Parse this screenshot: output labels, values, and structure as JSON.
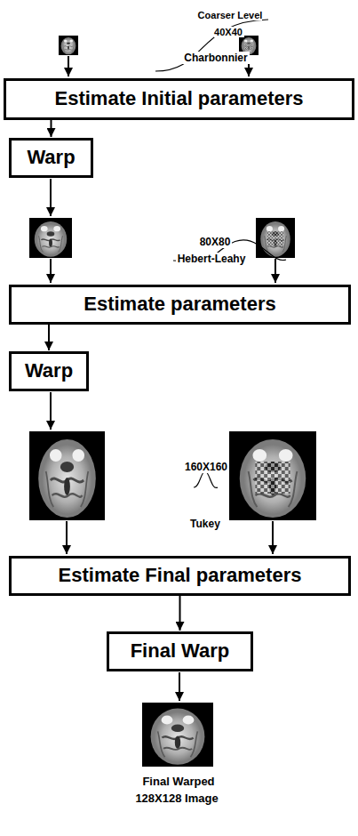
{
  "diagram": {
    "nodes": [
      {
        "text": [
          "Estimate Initial parameters"
        ]
      },
      {
        "text": [
          "Warp"
        ]
      },
      {
        "text": [
          "Estimate parameters"
        ]
      },
      {
        "text": [
          "Warp"
        ]
      },
      {
        "text": [
          "Estimate Final parameters"
        ]
      },
      {
        "text": [
          "Final Warp"
        ]
      }
    ],
    "edges": [
      {
        "from": 0,
        "to": 1,
        "arrow": "to"
      },
      {
        "from": 2,
        "to": 3,
        "arrow": "to"
      },
      {
        "from": 4,
        "to": 5,
        "arrow": "to"
      }
    ],
    "labels": [
      "Coarser Level 40X40",
      "Charbonnier",
      "80X80",
      "Hebert-Leahy",
      "160X160",
      "Tukey",
      "Final Warped 128X128 Image"
    ]
  }
}
